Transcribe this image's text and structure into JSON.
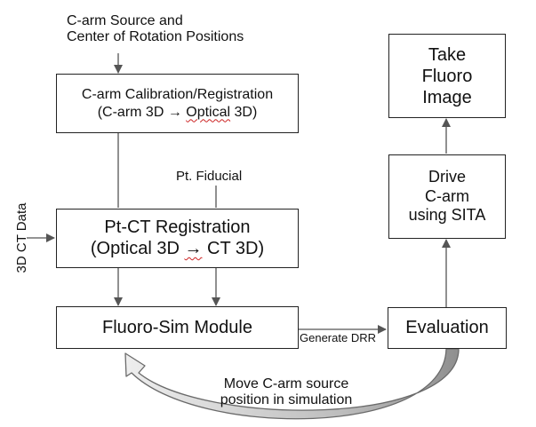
{
  "inputs": {
    "carm_positions": [
      "C-arm Source and",
      "Center of Rotation Positions"
    ],
    "pt_fiducial": "Pt. Fiducial",
    "ct_data": "3D CT Data"
  },
  "boxes": {
    "calibration": {
      "title": "C-arm Calibration/Registration",
      "sub_open": "(C-arm 3D ",
      "arrow": "→",
      "sub_word": "Optical",
      "sub_close": " 3D)"
    },
    "pt_ct": {
      "title": "Pt-CT Registration",
      "sub_open": "(Optical 3D ",
      "arrow": "→",
      "sub_close": " CT 3D)"
    },
    "fluoro_sim": "Fluoro-Sim Module",
    "evaluation": "Evaluation",
    "drive": [
      "Drive",
      "C-arm",
      "using SITA"
    ],
    "take": [
      "Take",
      "Fluoro",
      "Image"
    ]
  },
  "edges": {
    "generate_drr": "Generate DRR",
    "loop_label": [
      "Move C-arm source",
      "position in simulation"
    ]
  },
  "colors": {
    "line": "#555555",
    "box_border": "#222222",
    "loop_fill": "#dcdcdc",
    "loop_dark": "#9a9a9a"
  }
}
